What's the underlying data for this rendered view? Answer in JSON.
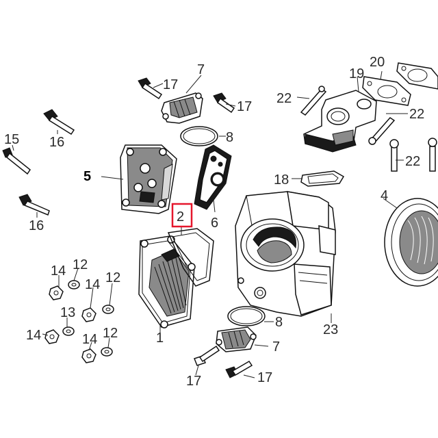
{
  "callouts": {
    "c1": "1",
    "c2": "2",
    "c4": "4",
    "c5": "5",
    "c6": "6",
    "c7a": "7",
    "c7b": "7",
    "c8a": "8",
    "c8b": "8",
    "c12a": "12",
    "c12b": "12",
    "c12c": "12",
    "c13": "13",
    "c14a": "14",
    "c14b": "14",
    "c14c": "14",
    "c14d": "14",
    "c15": "15",
    "c16a": "16",
    "c16b": "16",
    "c17a": "17",
    "c17b": "17",
    "c17c": "17",
    "c17d": "17",
    "c18": "18",
    "c19": "19",
    "c20": "20",
    "c22a": "22",
    "c22b": "22",
    "c22c": "22",
    "c23": "23"
  },
  "highlight": {
    "part": "2",
    "color": "#e5162c"
  }
}
